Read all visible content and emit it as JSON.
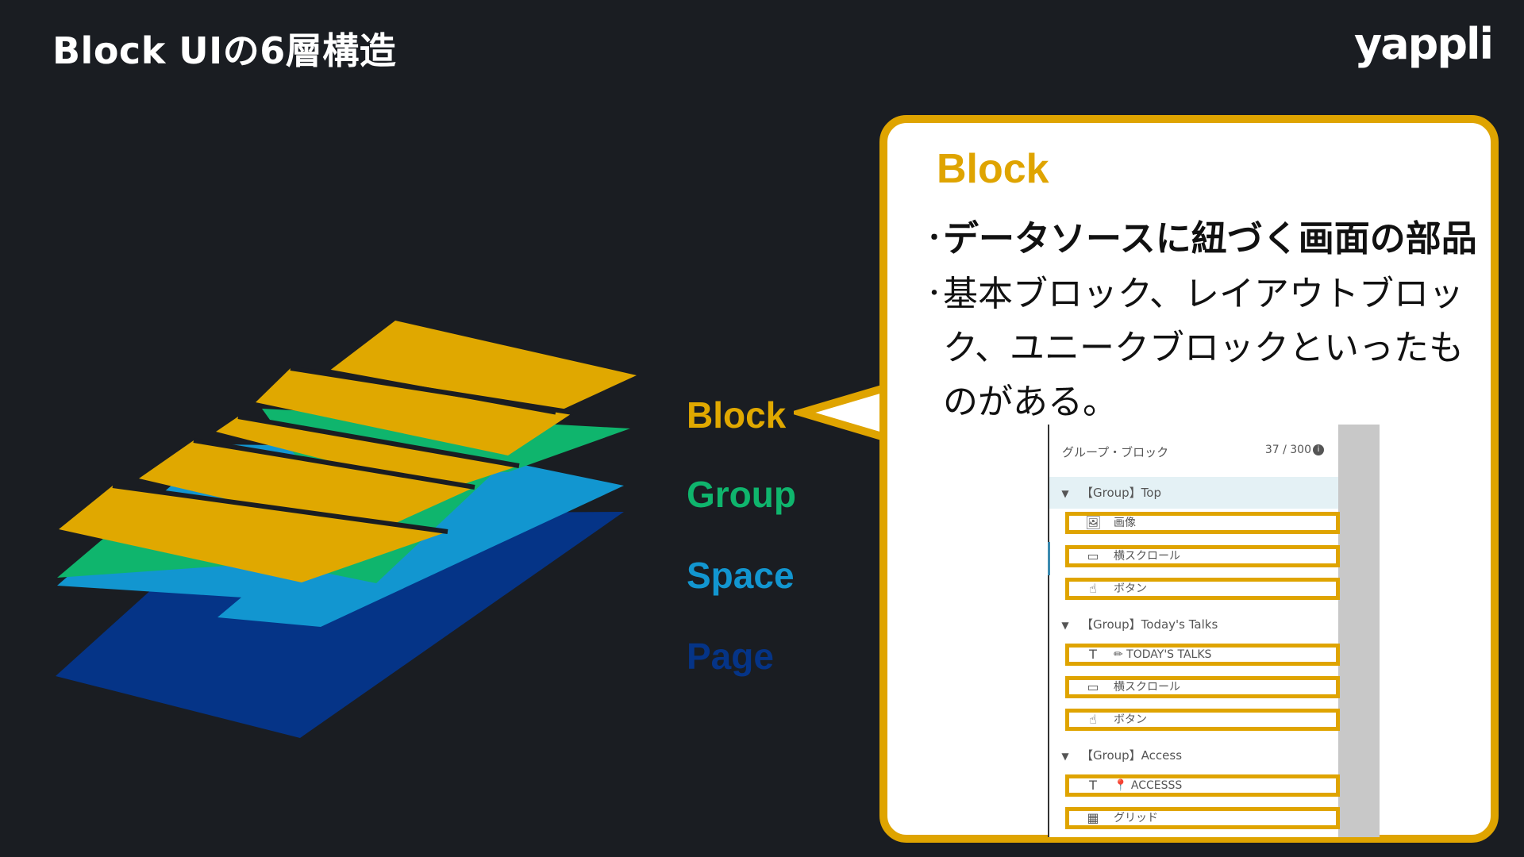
{
  "title": "Block UIの6層構造",
  "logo": "yappli",
  "layers": [
    {
      "label": "Block",
      "color": "#e0a800"
    },
    {
      "label": "Group",
      "color": "#0fb56d"
    },
    {
      "label": "Space",
      "color": "#1296d0"
    },
    {
      "label": "Page",
      "color": "#053487"
    }
  ],
  "callout": {
    "heading": "Block",
    "bullet_dot": "・",
    "bullets": [
      "データソースに紐づく画面の部品",
      "基本ブロック、レイアウトブロック、ユニークブロックといったものがある。"
    ],
    "border_color": "#dfa400"
  },
  "panel": {
    "header": "グループ・ブロック",
    "count": "37 / 300",
    "info_icon": "i",
    "groups": [
      {
        "label": "【Group】Top",
        "blocks": [
          {
            "icon": "image-icon",
            "glyph": "🖼",
            "label": "画像"
          },
          {
            "icon": "horizontal-scroll-icon",
            "glyph": "▭",
            "label": "横スクロール"
          },
          {
            "icon": "tap-icon",
            "glyph": "☝",
            "label": "ボタン"
          }
        ]
      },
      {
        "label": "【Group】Today's Talks",
        "blocks": [
          {
            "icon": "text-icon",
            "glyph": "T",
            "label": "✏ TODAY'S TALKS"
          },
          {
            "icon": "horizontal-scroll-icon",
            "glyph": "▭",
            "label": "横スクロール"
          },
          {
            "icon": "tap-icon",
            "glyph": "☝",
            "label": "ボタン"
          }
        ]
      },
      {
        "label": "【Group】Access",
        "blocks": [
          {
            "icon": "text-icon",
            "glyph": "T",
            "label": "📍 ACCESSS"
          },
          {
            "icon": "grid-icon",
            "glyph": "▦",
            "label": "グリッド"
          }
        ]
      }
    ]
  }
}
